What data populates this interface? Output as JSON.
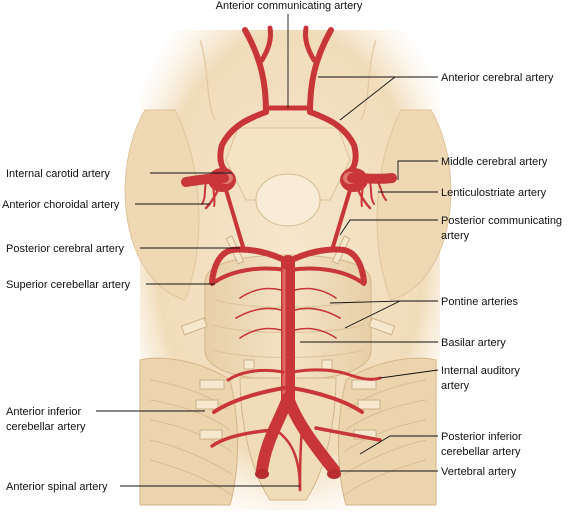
{
  "labels": {
    "anterior_communicating": "Anterior communicating artery",
    "anterior_cerebral": "Anterior cerebral artery",
    "internal_carotid": "Internal carotid artery",
    "middle_cerebral": "Middle cerebral artery",
    "anterior_choroidal": "Anterior choroidal artery",
    "lenticulostriate": "Lenticulostriate artery",
    "posterior_communicating_1": "Posterior communicating",
    "posterior_communicating_2": "artery",
    "posterior_cerebral": "Posterior cerebral artery",
    "superior_cerebellar": "Superior cerebellar artery",
    "pontine": "Pontine arteries",
    "basilar": "Basilar artery",
    "internal_auditory_1": "Internal auditory",
    "internal_auditory_2": "artery",
    "anterior_inferior_cerebellar_1": "Anterior inferior",
    "anterior_inferior_cerebellar_2": "cerebellar artery",
    "posterior_inferior_cerebellar_1": "Posterior inferior",
    "posterior_inferior_cerebellar_2": "cerebellar artery",
    "vertebral": "Vertebral artery",
    "anterior_spinal": "Anterior spinal artery"
  },
  "colors": {
    "artery": "#c8363a",
    "brain_tissue": "#f2dfc0",
    "brain_shadow": "#e3c9a2",
    "background": "#ffffff"
  }
}
